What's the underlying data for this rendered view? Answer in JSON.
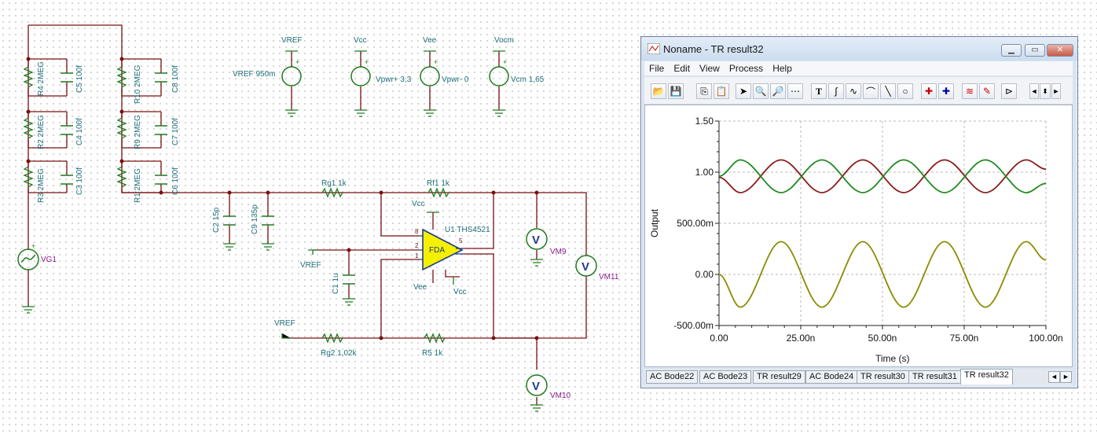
{
  "schematic": {
    "components": {
      "r4": "R4 2MEG",
      "c5": "C5 100f",
      "r2": "R2 2MEG",
      "c4": "C4 100f",
      "r3": "R3 2MEG",
      "c3": "C3 100f",
      "r10": "R10 2MEG",
      "c8": "C8 100f",
      "r9": "R9 2MEG",
      "c7": "C7 100f",
      "r1": "R1 2MEG",
      "c6": "C6 100f",
      "c2": "C2 15p",
      "c9": "C9 135p",
      "rg1": "Rg1 1k",
      "rf1": "Rf1 1k",
      "rg2": "Rg2 1,02k",
      "r5": "R5 1k",
      "c1": "C1 1u",
      "u1": "U1 THS4521",
      "fda": "FDA"
    },
    "sources": {
      "vref_name": "VREF",
      "vref_label": "VREF 950m",
      "vcc_name": "Vcc",
      "vcc_label": "Vpwr+ 3,3",
      "vee_name": "Vee",
      "vee_label": "Vpwr- 0",
      "vocm_name": "Vocm",
      "vocm_label": "Vcm 1,65",
      "vg1": "VG1"
    },
    "nets": {
      "vcc_top": "Vcc",
      "vee_bottom": "Vee",
      "vcc_bottom": "Vcc",
      "vref_left": "VREF",
      "vref_lower": "VREF"
    },
    "meters": {
      "vm9": "VM9",
      "vm10": "VM10",
      "vm11": "VM11",
      "symbol": "V"
    },
    "pins": {
      "p8": "8",
      "p2": "2",
      "p1": "1",
      "p5": "5"
    }
  },
  "window": {
    "title": "Noname - TR result32",
    "menu": [
      "File",
      "Edit",
      "View",
      "Process",
      "Help"
    ],
    "toolbar_icons": [
      "open-icon",
      "save-icon",
      "copy-icon",
      "paste-icon",
      "pointer-icon",
      "zoom-in-icon",
      "zoom-100-icon",
      "grid-icon",
      "text-tool-icon",
      "curve-fit-icon",
      "curve-tool-icon",
      "curve-param-icon",
      "line-icon",
      "circle-icon",
      "cursor-a-icon",
      "cursor-b-icon",
      "multi-curve-icon",
      "probe-icon",
      "marker-icon",
      "scroll-left-icon",
      "updown-icon",
      "scroll-right-icon"
    ],
    "tabs": [
      "AC Bode22",
      "AC Bode23",
      "TR result29",
      "AC Bode24",
      "TR result30",
      "TR result31",
      "TR result32"
    ],
    "active_tab": "TR result32",
    "scroll_left": "◄",
    "scroll_right": "►"
  },
  "chart_data": {
    "type": "line",
    "xlabel": "Time (s)",
    "ylabel": "Output",
    "xlim": [
      0,
      100
    ],
    "ylim": [
      -500,
      1500
    ],
    "x_ticks": [
      "0.00",
      "25.00n",
      "50.00n",
      "75.00n",
      "100.00n"
    ],
    "y_ticks": [
      "1.50",
      "1.00",
      "500.00m",
      "0.00",
      "-500.00m"
    ],
    "grid": true,
    "series": [
      {
        "color": "#8b1a1a",
        "period_ns": 25,
        "phase_ns": 6.5,
        "min": 800,
        "max": 1120,
        "x": [
          0,
          6.5,
          19,
          31.5,
          44,
          56.5,
          69,
          81.5,
          94,
          100
        ],
        "y": [
          950,
          800,
          1120,
          800,
          1120,
          800,
          1120,
          800,
          1120,
          1030
        ]
      },
      {
        "color": "#1e8a1e",
        "period_ns": 25,
        "phase_ns": 6.5,
        "min": 800,
        "max": 1120,
        "x": [
          0,
          6.5,
          19,
          31.5,
          44,
          56.5,
          69,
          81.5,
          94,
          100
        ],
        "y": [
          960,
          1120,
          800,
          1120,
          800,
          1120,
          800,
          1120,
          800,
          890
        ]
      },
      {
        "color": "#8c8c00",
        "period_ns": 25,
        "phase_ns": 6.5,
        "min": -320,
        "max": 320,
        "x": [
          0,
          6.5,
          19,
          31.5,
          44,
          56.5,
          69,
          81.5,
          94,
          100
        ],
        "y": [
          0,
          -320,
          320,
          -320,
          320,
          -320,
          320,
          -320,
          320,
          140
        ]
      }
    ]
  }
}
